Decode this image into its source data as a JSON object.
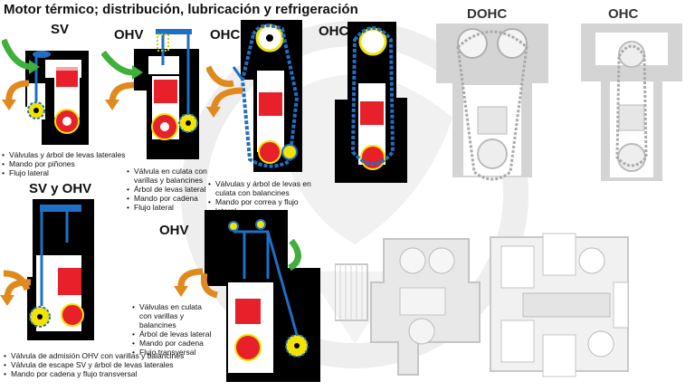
{
  "title": "Motor térmico; distribución, lubricación y refrigeración",
  "labels": {
    "sv": "SV",
    "ohv1": "OHV",
    "ohc1": "OHC",
    "ohc2": "OHC",
    "dohc": "DOHC",
    "ohc3": "OHC",
    "sv_ohv": "SV y OHV",
    "ohv2": "OHV"
  },
  "notes": {
    "sv": [
      "Válvulas y árbol de levas laterales",
      "Mando por piñones",
      "Flujo lateral"
    ],
    "ohv1": [
      "Válvula en culata con varillas y balancines",
      "Árbol de levas lateral",
      "Mando por cadena",
      "Flujo lateral"
    ],
    "ohc1": [
      "Válvulas y árbol de levas en culata con balancines",
      "Mando por correa y flujo lateral"
    ],
    "ohv2": [
      "Válvulas en culata con varillas y balancines",
      "Árbol de levas lateral",
      "Mando por cadena",
      "Flujo transversal"
    ],
    "sv_ohv": [
      "Válvula de admisión OHV con varillas y balancines",
      "Válvula de escape SV y árbol de levas laterales",
      "Mando por cadena y flujo transversal"
    ]
  },
  "colors": {
    "engine_black": "#000000",
    "piston_red": "#e8202a",
    "chain_blue": "#1f6fc4",
    "gear_yellow": "#f2e400",
    "arrow_green": "#3fb03a",
    "arrow_orange": "#e08a1e",
    "watermark_grey": "#e3e3e3",
    "faded_diagram": "#c8c8c8"
  }
}
